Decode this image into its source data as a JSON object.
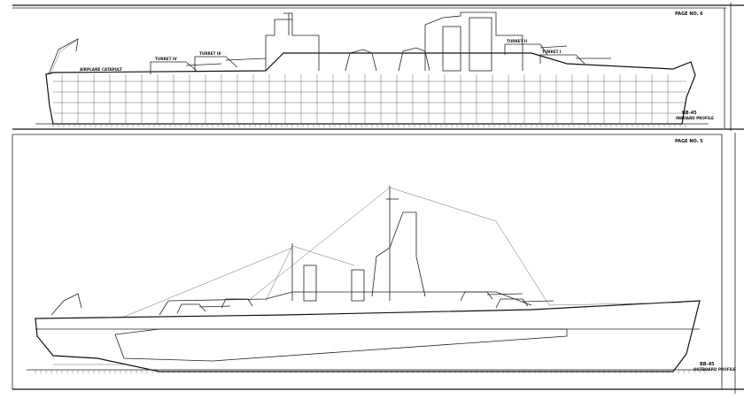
{
  "inboard": {
    "page_label": "PAGE NO. 6",
    "hull_number": "BB-45",
    "title": "INBOARD PROFILE",
    "labels": {
      "catapult": "AIRPLANE CATAPULT",
      "turret_4": "TURRET IV",
      "turret_3": "TURRET III",
      "turret_2": "TURRET II",
      "turret_1": "TURRET I"
    }
  },
  "outboard": {
    "page_label": "PAGE NO. 5",
    "hull_number": "BB-45",
    "title": "OUTBOARD PROFILE"
  }
}
